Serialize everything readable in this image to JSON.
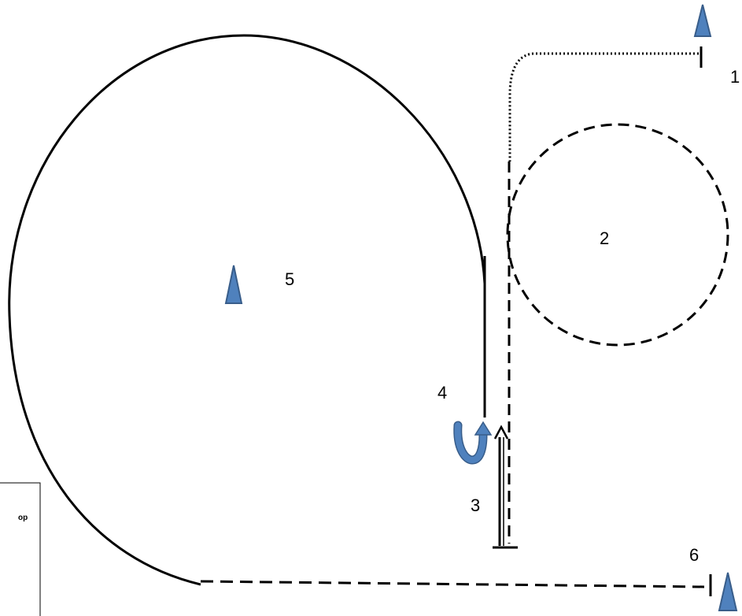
{
  "diagram": {
    "step_labels": {
      "one": "1",
      "two": "2",
      "three": "3",
      "four": "4",
      "five": "5",
      "six": "6"
    },
    "legend_box_text": "op",
    "colors": {
      "cone_fill": "#4f81bd",
      "cone_stroke": "#385d8a",
      "line": "#000000"
    },
    "icons": [
      "traffic-cone-icon",
      "u-turn-arrow-icon",
      "up-arrow-icon"
    ]
  }
}
